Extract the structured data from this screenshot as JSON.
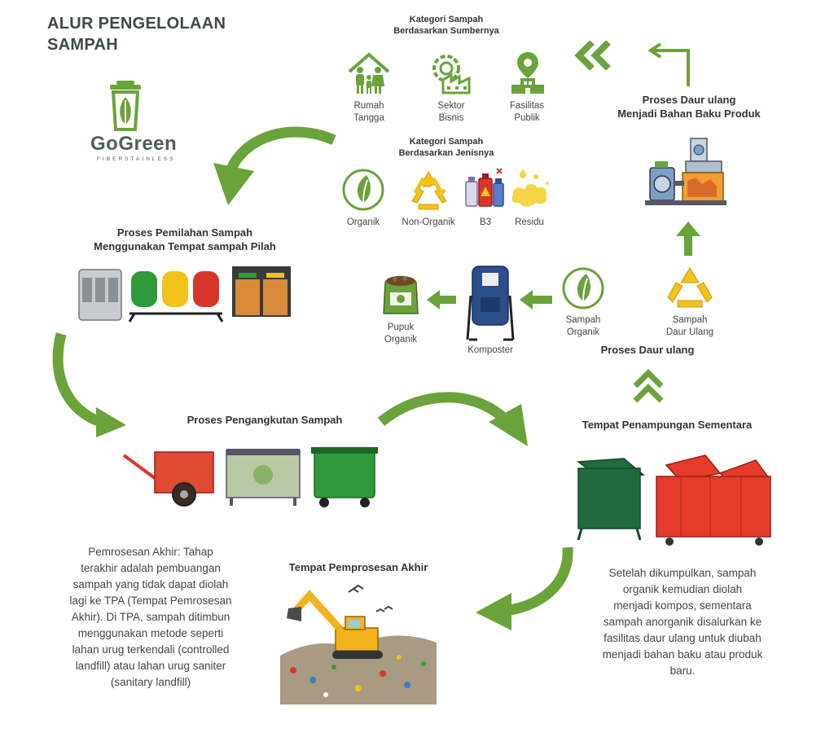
{
  "title_line1": "ALUR PENGELOLAAN",
  "title_line2": "SAMPAH",
  "logo": {
    "name": "GoGreen",
    "tagline": "FIBERSTAINLESS"
  },
  "kategori_sumber": {
    "title_line1": "Kategori Sampah",
    "title_line2": "Berdasarkan Sumbernya",
    "items": [
      {
        "label_line1": "Rumah",
        "label_line2": "Tangga",
        "icon": "family-house-icon"
      },
      {
        "label_line1": "Sektor",
        "label_line2": "Bisnis",
        "icon": "factory-gear-icon"
      },
      {
        "label_line1": "Fasilitas",
        "label_line2": "Publik",
        "icon": "location-building-icon"
      }
    ]
  },
  "kategori_jenis": {
    "title_line1": "Kategori Sampah",
    "title_line2": "Berdasarkan Jenisnya",
    "items": [
      {
        "label": "Organik",
        "icon": "leaf-icon"
      },
      {
        "label": "Non-Organik",
        "icon": "recycle-icon"
      },
      {
        "label": "B3",
        "icon": "hazardous-bottles-icon"
      },
      {
        "label": "Residu",
        "icon": "splash-icon"
      }
    ]
  },
  "daur_ulang_produk": {
    "line1": "Proses Daur ulang",
    "line2": "Menjadi Bahan Baku Produk"
  },
  "pemilahan": {
    "line1": "Proses Pemilahan Sampah",
    "line2": "Menggunakan Tempat sampah Pilah"
  },
  "daur_ulang": {
    "title": "Proses Daur ulang",
    "pupuk_line1": "Pupuk",
    "pupuk_line2": "Organik",
    "komposter": "Komposter",
    "sampah_organik_line1": "Sampah",
    "sampah_organik_line2": "Organik",
    "sampah_daur_line1": "Sampah",
    "sampah_daur_line2": "Daur Ulang"
  },
  "pengangkutan": {
    "title": "Proses Pengangkutan Sampah"
  },
  "penampungan": {
    "title": "Tempat Penampungan Sementara"
  },
  "pemrosesan_akhir": {
    "title": "Tempat Pemprosesan Akhir"
  },
  "paragraph_left": {
    "lines": [
      "Pemrosesan Akhir: Tahap",
      "terakhir adalah pembuangan",
      "sampah yang tidak dapat diolah",
      "lagi ke TPA (Tempat Pemrosesan",
      "Akhir). Di TPA, sampah ditimbun",
      "menggunakan metode seperti",
      "lahan urug terkendali (controlled",
      "landfill) atau lahan urug saniter",
      "(sanitary landfill)"
    ]
  },
  "paragraph_right": {
    "lines": [
      "Setelah dikumpulkan, sampah",
      "organik kemudian diolah",
      "menjadi kompos, sementara",
      "sampah anorganik disalurkan ke",
      "fasilitas daur ulang untuk diubah",
      "menjadi bahan baku atau produk",
      "baru."
    ]
  },
  "colors": {
    "green": "#6aa33a",
    "dark_green": "#4f8a2e",
    "title": "#3f4a45",
    "red": "#d9362b",
    "yellow": "#f2c21b"
  }
}
